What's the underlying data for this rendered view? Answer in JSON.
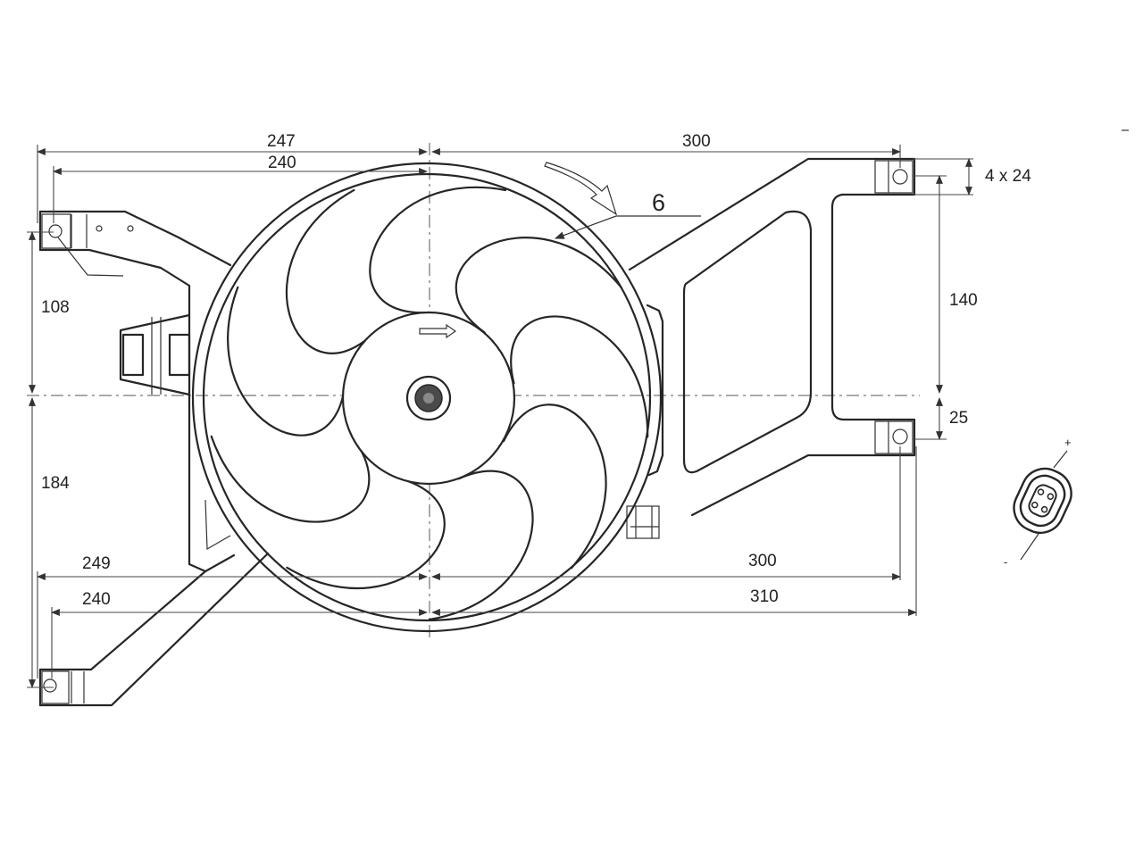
{
  "dimensions": {
    "top_left_247": "247",
    "top_right_300": "300",
    "top_240": "240",
    "mount_holes": "4 x 24",
    "right_140": "140",
    "right_25": "25",
    "left_108": "108",
    "left_184": "184",
    "bottom_249": "249",
    "bottom_300": "300",
    "bottom_240": "240",
    "bottom_310": "310"
  },
  "callout": {
    "label": "6"
  },
  "connector": {
    "plus": "+",
    "minus": "-"
  },
  "colors": {
    "line": "#262626",
    "background": "#ffffff"
  },
  "fan": {
    "blades": 9
  }
}
